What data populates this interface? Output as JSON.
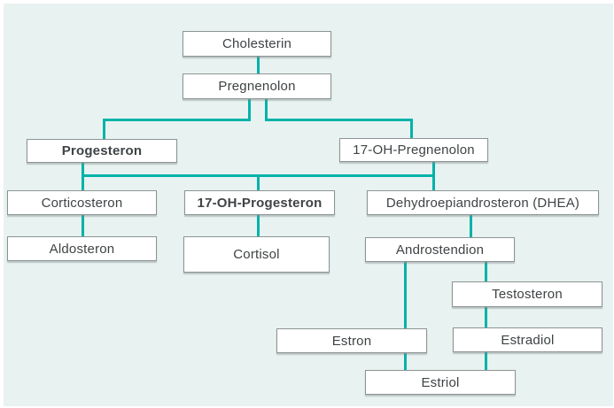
{
  "diagram": {
    "type": "flowchart",
    "description_language": "German",
    "nodes": {
      "cholesterin": {
        "label": "Cholesterin",
        "bold": false
      },
      "pregnenolon": {
        "label": "Pregnenolon",
        "bold": false
      },
      "progesteron": {
        "label": "Progesteron",
        "bold": true
      },
      "oh_pregnenolon": {
        "label": "17-OH-Pregnenolon",
        "bold": false
      },
      "corticosteron": {
        "label": "Corticosteron",
        "bold": false
      },
      "oh_progesteron": {
        "label": "17-OH-Progesteron",
        "bold": true
      },
      "dhea": {
        "label": "Dehydroepiandrosteron (DHEA)",
        "bold": false
      },
      "aldosteron": {
        "label": "Aldosteron",
        "bold": false
      },
      "cortisol": {
        "label": "Cortisol",
        "bold": false
      },
      "androstendion": {
        "label": "Androstendion",
        "bold": false
      },
      "testosteron": {
        "label": "Testosteron",
        "bold": false
      },
      "estron": {
        "label": "Estron",
        "bold": false
      },
      "estradiol": {
        "label": "Estradiol",
        "bold": false
      },
      "estriol": {
        "label": "Estriol",
        "bold": false
      }
    },
    "edges": [
      "Cholesterin -> Pregnenolon",
      "Pregnenolon -> Progesteron",
      "Pregnenolon -> 17-OH-Pregnenolon",
      "Progesteron -> Corticosteron",
      "Progesteron -> 17-OH-Progesteron",
      "17-OH-Pregnenolon -> 17-OH-Progesteron",
      "17-OH-Pregnenolon -> Dehydroepiandrosteron (DHEA)",
      "Corticosteron -> Aldosteron",
      "17-OH-Progesteron -> Cortisol",
      "Dehydroepiandrosteron (DHEA) -> Androstendion",
      "Androstendion -> Estron",
      "Androstendion -> Testosteron",
      "Testosteron -> Estradiol",
      "Estron -> Estriol",
      "Estradiol -> Estriol"
    ],
    "colors": {
      "connector": "#00b2a9",
      "panel_background": "#e8f3f1",
      "node_fill": "#ffffff",
      "node_border": "#8d9394",
      "text": "#3f4345"
    }
  }
}
